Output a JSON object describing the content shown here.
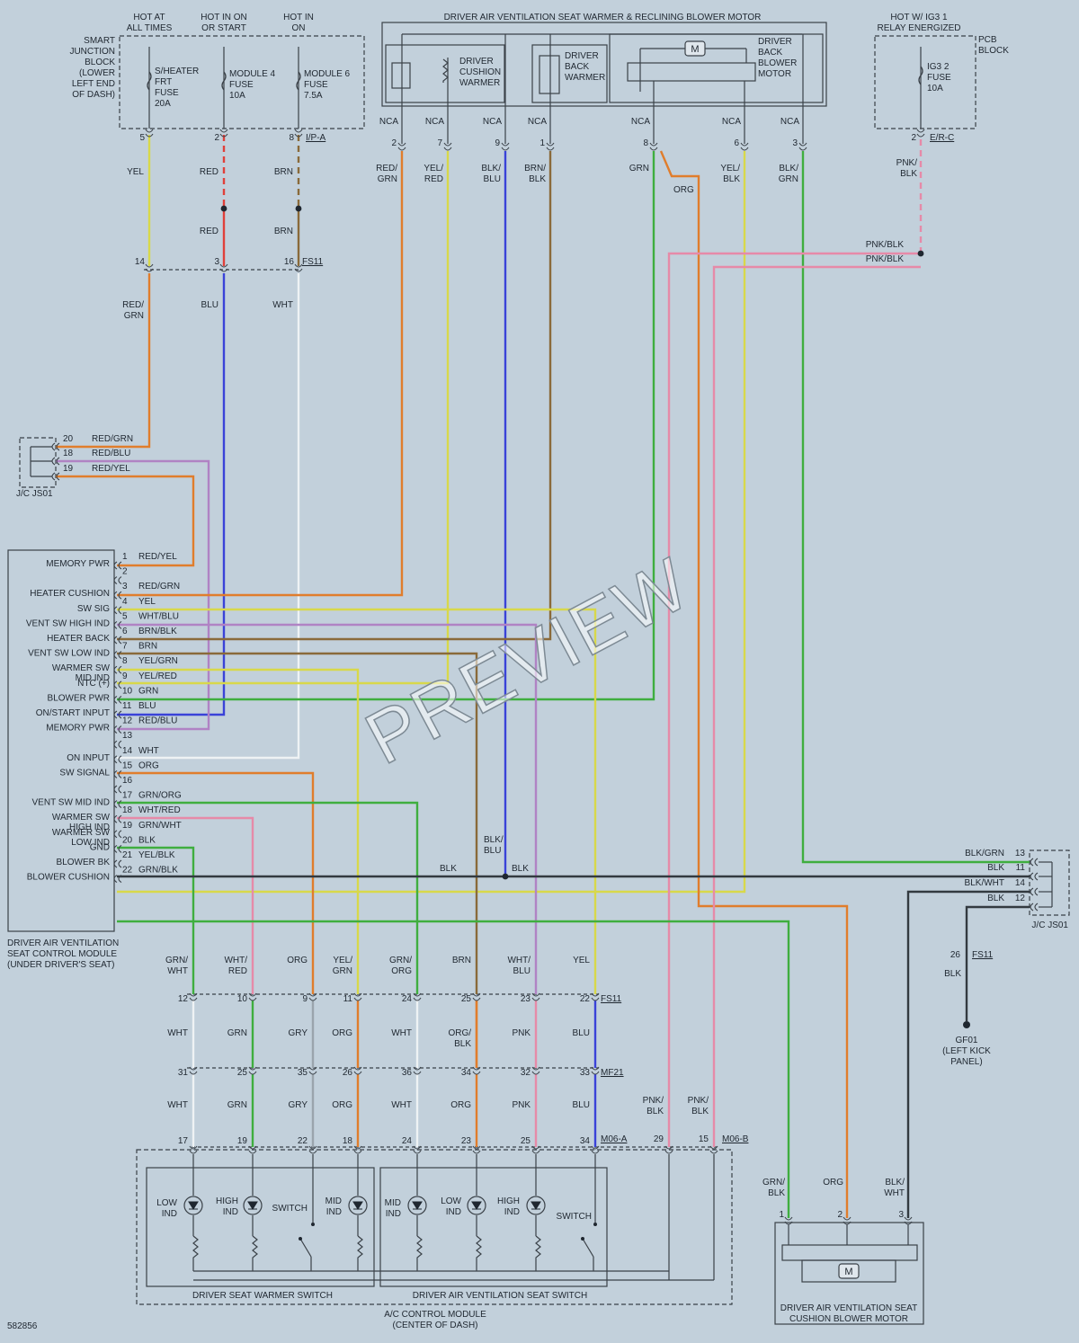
{
  "doc_id": "582856",
  "watermark": "PREVIEW",
  "power_headers": [
    "HOT AT\nALL TIMES",
    "HOT IN ON\nOR START",
    "HOT IN\nON"
  ],
  "sjb": {
    "label": "SMART\nJUNCTION\nBLOCK\n(LOWER\nLEFT END\nOF DASH)",
    "fuses": [
      "S/HEATER\nFRT\nFUSE\n20A",
      "MODULE 4\nFUSE\n10A",
      "MODULE 6\nFUSE\n7.5A"
    ],
    "pins": [
      "5",
      "2",
      "8"
    ],
    "connector": "I/P-A"
  },
  "fs11_top": {
    "pins": [
      "14",
      "3",
      "16"
    ],
    "connector": "FS11"
  },
  "col_wires_upper": [
    "YEL",
    "RED",
    "BRN"
  ],
  "col_wires_mid": [
    "RED",
    "BRN"
  ],
  "col_wires_lower": [
    "RED/\nGRN",
    "BLU",
    "WHT"
  ],
  "pcb": {
    "header": "HOT W/ IG3 1\nRELAY ENERGIZED",
    "block": "PCB\nBLOCK",
    "fuse": "IG3 2\nFUSE\n10A",
    "pin": "2",
    "connector": "E/R-C",
    "wire": "PNK/\nBLK",
    "splice_wires": [
      "PNK/BLK",
      "PNK/BLK"
    ]
  },
  "seat": {
    "title": "DRIVER AIR VENTILATION SEAT WARMER & RECLINING BLOWER MOTOR",
    "cushion_warmer": "DRIVER\nCUSHION\nWARMER",
    "back_warmer": "DRIVER\nBACK\nWARMER",
    "blower": "DRIVER\nBACK\nBLOWER\nMOTOR",
    "nca": "NCA",
    "pins": [
      "2",
      "7",
      "9",
      "1",
      "8",
      "6",
      "3"
    ],
    "wires": [
      "RED/\nGRN",
      "YEL/\nRED",
      "BLK/\nBLU",
      "BRN/\nBLK",
      "GRN",
      "YEL/\nBLK",
      "BLK/\nGRN"
    ],
    "orange_wire": "ORG"
  },
  "js01_top": {
    "pins": [
      "20",
      "18",
      "19"
    ],
    "wires": [
      "RED/GRN",
      "RED/BLU",
      "RED/YEL"
    ],
    "label": "J/C JS01"
  },
  "module": {
    "label": "DRIVER AIR VENTILATION\nSEAT CONTROL MODULE\n(UNDER DRIVER'S SEAT)",
    "pins": [
      {
        "n": "1",
        "w": "RED/YEL",
        "f": "MEMORY PWR"
      },
      {
        "n": "2",
        "w": "",
        "f": ""
      },
      {
        "n": "3",
        "w": "RED/GRN",
        "f": "HEATER CUSHION"
      },
      {
        "n": "4",
        "w": "YEL",
        "f": "SW SIG"
      },
      {
        "n": "5",
        "w": "WHT/BLU",
        "f": "VENT SW HIGH IND"
      },
      {
        "n": "6",
        "w": "BRN/BLK",
        "f": "HEATER BACK"
      },
      {
        "n": "7",
        "w": "BRN",
        "f": "VENT SW LOW IND"
      },
      {
        "n": "8",
        "w": "YEL/GRN",
        "f": "WARMER SW\nMID IND"
      },
      {
        "n": "9",
        "w": "YEL/RED",
        "f": "NTC (+)"
      },
      {
        "n": "10",
        "w": "GRN",
        "f": "BLOWER PWR"
      },
      {
        "n": "11",
        "w": "BLU",
        "f": "ON/START INPUT"
      },
      {
        "n": "12",
        "w": "RED/BLU",
        "f": "MEMORY PWR"
      },
      {
        "n": "13",
        "w": "",
        "f": ""
      },
      {
        "n": "14",
        "w": "WHT",
        "f": "ON INPUT"
      },
      {
        "n": "15",
        "w": "ORG",
        "f": "SW SIGNAL"
      },
      {
        "n": "16",
        "w": "",
        "f": ""
      },
      {
        "n": "17",
        "w": "GRN/ORG",
        "f": "VENT SW MID IND"
      },
      {
        "n": "18",
        "w": "WHT/RED",
        "f": "WARMER SW\nHIGH IND"
      },
      {
        "n": "19",
        "w": "GRN/WHT",
        "f": "WARMER SW\nLOW IND"
      },
      {
        "n": "20",
        "w": "BLK",
        "f": "GND"
      },
      {
        "n": "21",
        "w": "YEL/BLK",
        "f": "BLOWER BK"
      },
      {
        "n": "22",
        "w": "GRN/BLK",
        "f": "BLOWER CUSHION"
      }
    ]
  },
  "gnd_bus": {
    "left": "BLK",
    "right": "BLK",
    "drop": "BLK/\nBLU"
  },
  "js01_right": {
    "pins": [
      "13",
      "11",
      "14",
      "12"
    ],
    "wires": [
      "BLK/GRN",
      "BLK",
      "BLK/WHT",
      "BLK"
    ],
    "label": "J/C JS01",
    "fs11_pin": "26",
    "fs11": "FS11",
    "wire": "BLK",
    "ground": "GF01\n(LEFT KICK\nPANEL)"
  },
  "fs11_bottom": {
    "connector": "FS11",
    "pins": [
      "12",
      "10",
      "9",
      "11",
      "24",
      "25",
      "23",
      "22"
    ],
    "wires": [
      "GRN/\nWHT",
      "WHT/\nRED",
      "ORG",
      "YEL/\nGRN",
      "GRN/\nORG",
      "BRN",
      "WHT/\nBLU",
      "YEL"
    ]
  },
  "mf21": {
    "connector": "MF21",
    "pins": [
      "31",
      "25",
      "35",
      "26",
      "36",
      "34",
      "32",
      "33"
    ],
    "wires_above": [
      "WHT",
      "GRN",
      "GRY",
      "ORG",
      "WHT",
      "ORG/\nBLK",
      "PNK",
      "BLU"
    ],
    "wires_below": [
      "WHT",
      "GRN",
      "GRY",
      "ORG",
      "WHT",
      "ORG",
      "PNK",
      "BLU"
    ]
  },
  "m06": {
    "a_connector": "M06-A",
    "b_connector": "M06-B",
    "pins_a": [
      "17",
      "19",
      "22",
      "18",
      "24",
      "23",
      "25",
      "34"
    ],
    "pins_b": [
      "29",
      "15"
    ],
    "wires_b": [
      "PNK/\nBLK",
      "PNK/\nBLK"
    ]
  },
  "acm": {
    "label": "A/C CONTROL MODULE\n(CENTER OF DASH)",
    "warmer_switch": "DRIVER SEAT WARMER SWITCH",
    "vent_switch": "DRIVER AIR VENTILATION SEAT SWITCH",
    "warmer_items": [
      "LOW\nIND",
      "HIGH\nIND",
      "SWITCH",
      "MID\nIND"
    ],
    "vent_items": [
      "MID\nIND",
      "LOW\nIND",
      "HIGH\nIND",
      "SWITCH"
    ]
  },
  "cushion_motor": {
    "label": "DRIVER AIR VENTILATION SEAT\nCUSHION BLOWER MOTOR",
    "pins": [
      "1",
      "2",
      "3"
    ],
    "wires": [
      "GRN/\nBLK",
      "ORG",
      "BLK/\nWHT"
    ]
  },
  "motor_symbol": "M",
  "colors": {
    "background": "#c2d0db",
    "red": "#e0403a",
    "yellow": "#d8d84a",
    "brown": "#8a6a3a",
    "blue": "#3a42d8",
    "white": "#eef2f4",
    "green": "#3fae3f",
    "orange": "#e07d2c",
    "black": "#333a40",
    "pink": "#e68aa8",
    "gray": "#9aa4ac",
    "purple": "#b083c4"
  }
}
